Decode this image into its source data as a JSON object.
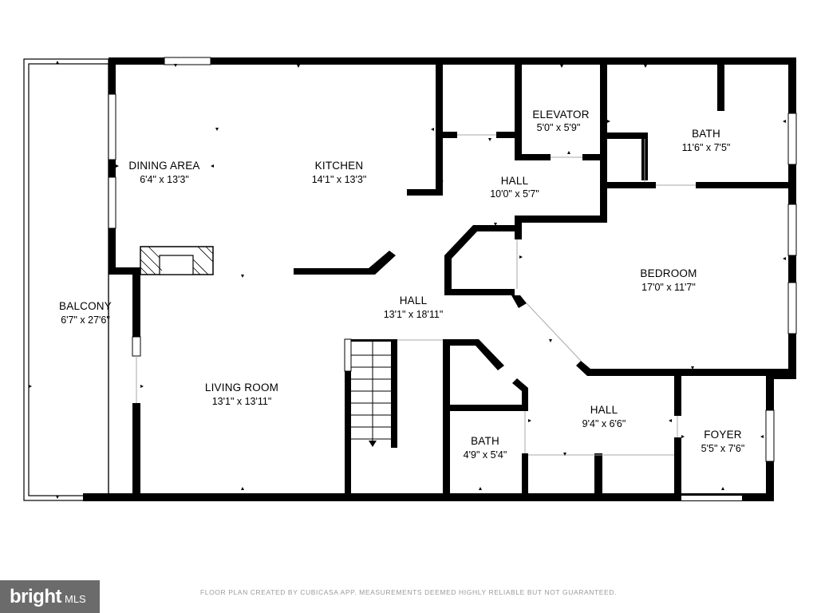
{
  "rooms": {
    "dining": {
      "label": "DINING AREA",
      "dim": "6'4\" x 13'3\""
    },
    "kitchen": {
      "label": "KITCHEN",
      "dim": "14'1\" x 13'3\""
    },
    "elevator": {
      "label": "ELEVATOR",
      "dim": "5'0\" x 5'9\""
    },
    "bath1": {
      "label": "BATH",
      "dim": "11'6\" x 7'5\""
    },
    "hall1": {
      "label": "HALL",
      "dim": "10'0\" x 5'7\""
    },
    "bedroom": {
      "label": "BEDROOM",
      "dim": "17'0\" x 11'7\""
    },
    "balcony": {
      "label": "BALCONY",
      "dim": "6'7\" x 27'6\""
    },
    "hall2": {
      "label": "HALL",
      "dim": "13'1\" x 18'11\""
    },
    "living": {
      "label": "LIVING ROOM",
      "dim": "13'1\" x 13'11\""
    },
    "hall3": {
      "label": "HALL",
      "dim": "9'4\" x 6'6\""
    },
    "bath2": {
      "label": "BATH",
      "dim": "4'9\" x 5'4\""
    },
    "foyer": {
      "label": "FOYER",
      "dim": "5'5\" x 7'6\""
    }
  },
  "footer": {
    "note": "FLOOR PLAN CREATED BY CUBICASA APP. MEASUREMENTS DEEMED HIGHLY RELIABLE BUT NOT GUARANTEED."
  },
  "logo": {
    "brand": "bright",
    "suffix": "MLS"
  }
}
